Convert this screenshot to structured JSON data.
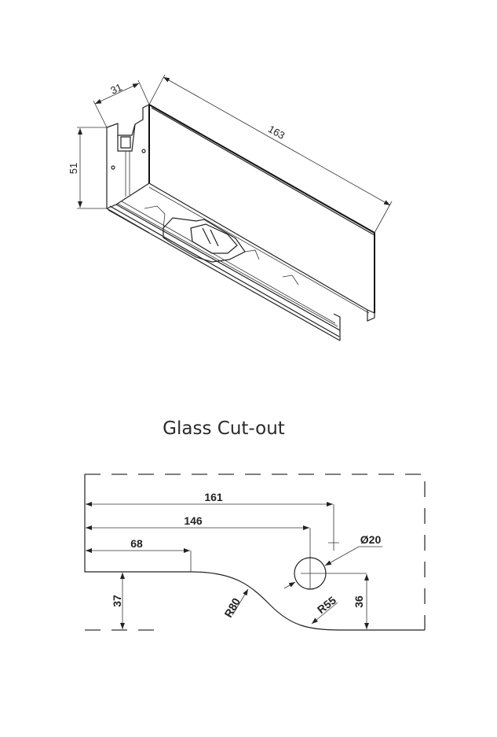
{
  "isometric_view": {
    "dimensions": {
      "width": "31",
      "length": "163",
      "height": "51"
    }
  },
  "cutout": {
    "title": "Glass Cut-out",
    "dimensions": {
      "d161": "161",
      "d146": "146",
      "d68": "68",
      "hole": "Ø20",
      "h36": "36",
      "h37": "37",
      "r80": "R80",
      "r55": "R55"
    }
  }
}
